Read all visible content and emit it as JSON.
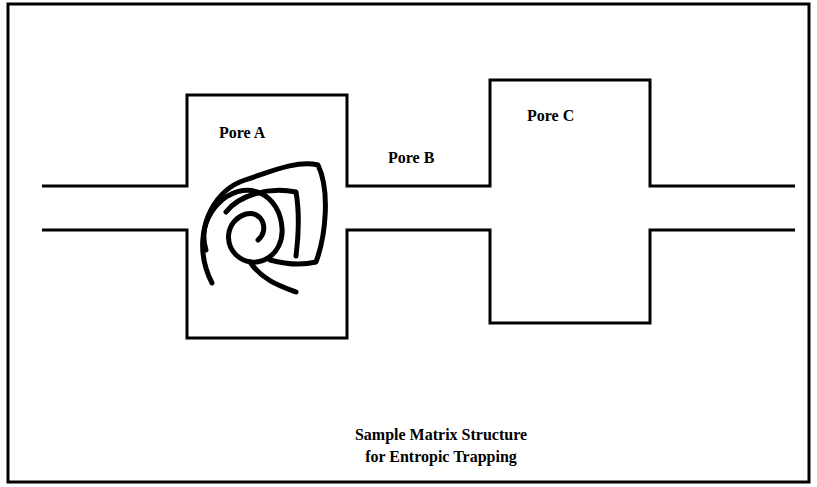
{
  "diagram": {
    "caption": "Sample Matrix Structure for Entropic Trapping",
    "labels": [
      "Pore A",
      "Pore B",
      "Pore C"
    ]
  }
}
